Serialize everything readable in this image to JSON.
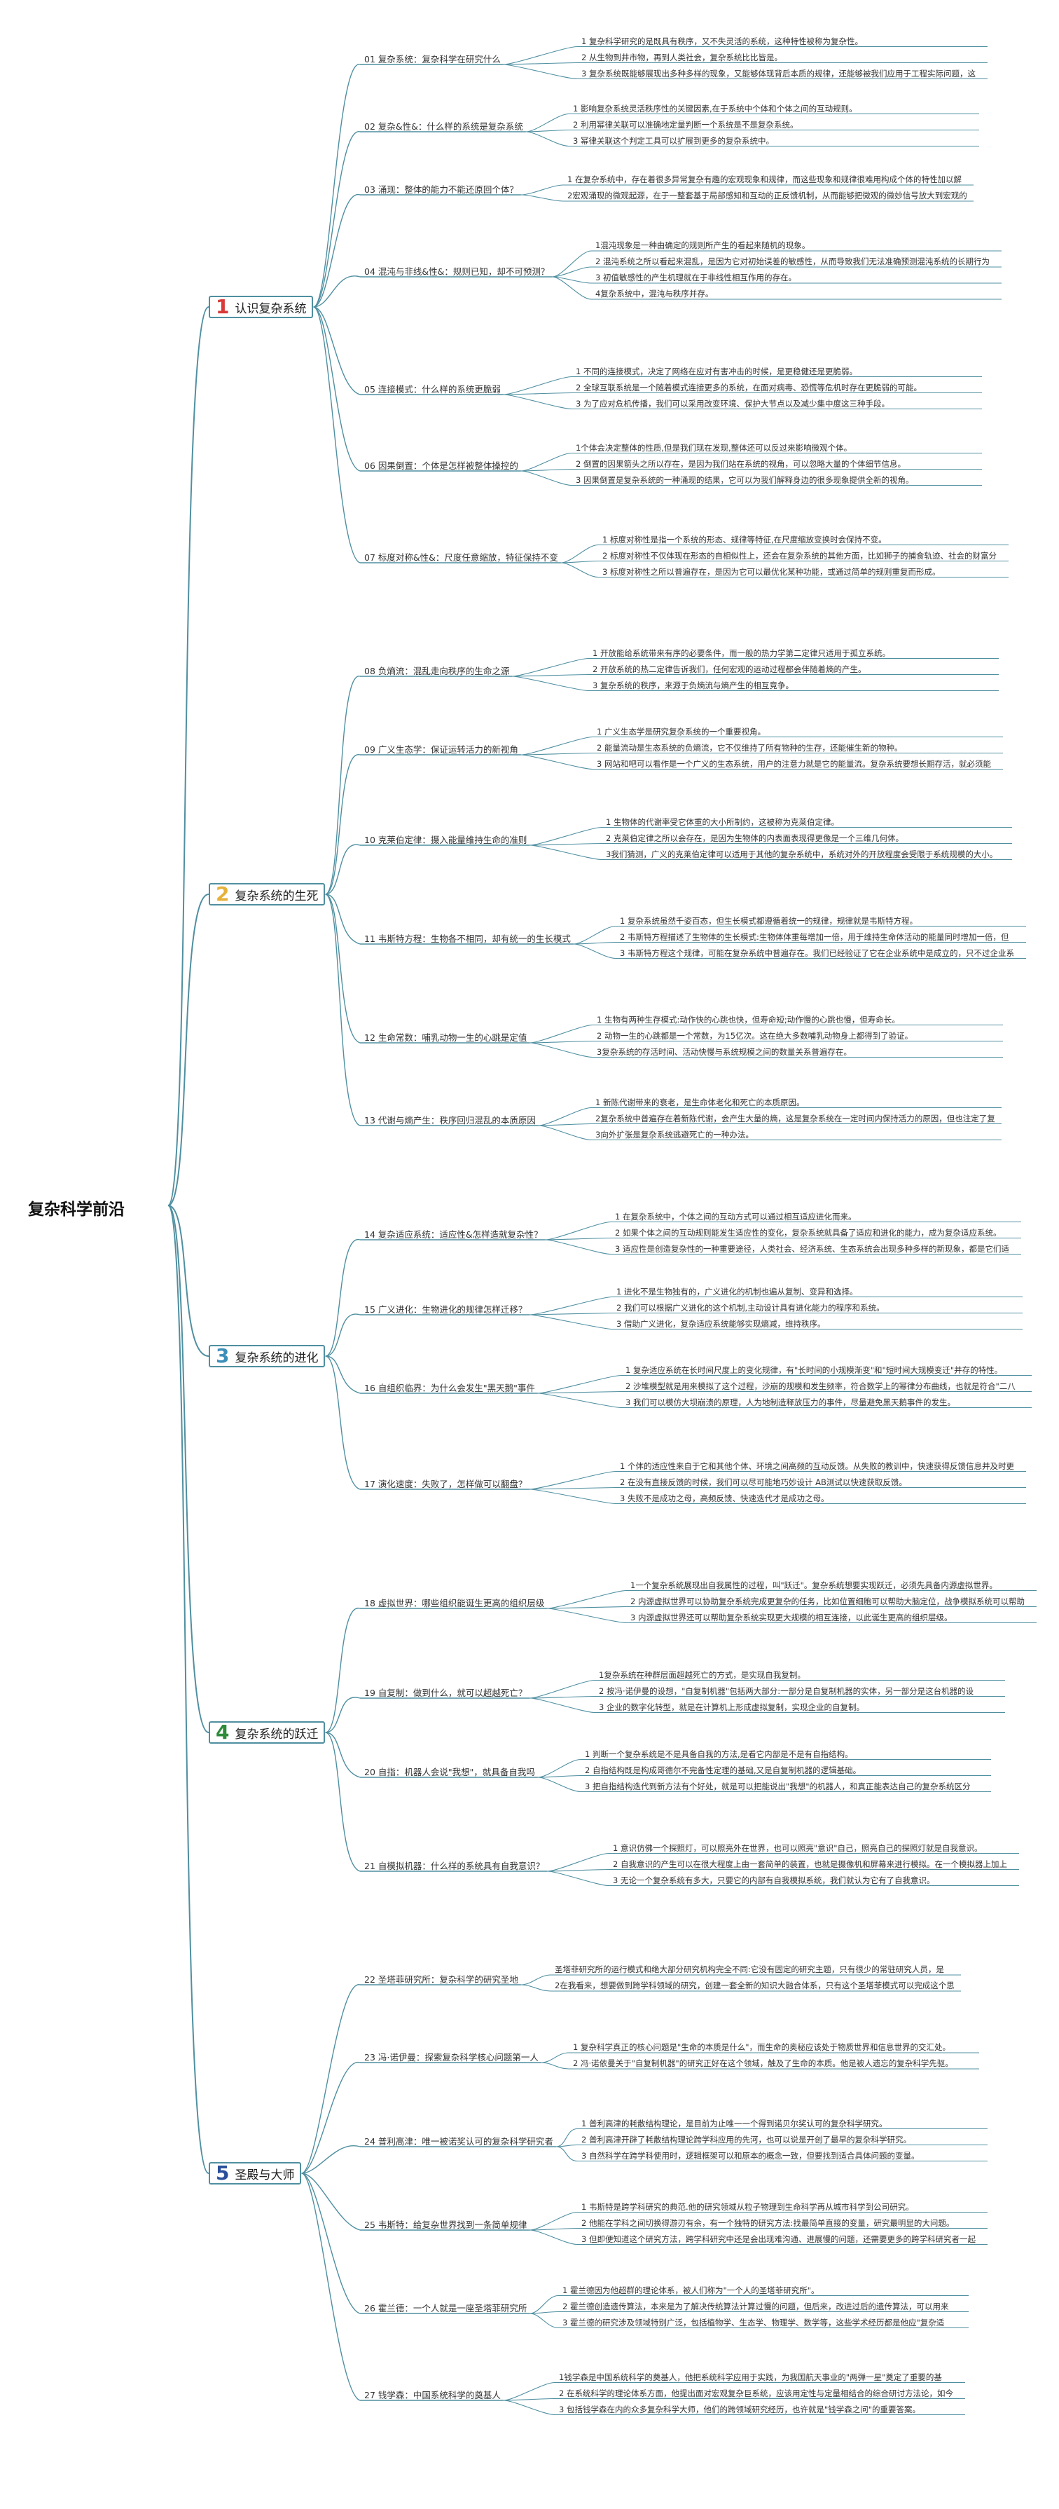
{
  "root": "复杂科学前沿",
  "sections": [
    {
      "num": "1",
      "color": "#d83a3a",
      "title": "认识复杂系统",
      "topics": [
        {
          "label": "01 复杂系统：复杂科学在研究什么",
          "leaves": [
            "1 复杂科学研究的是既具有秩序，又不失灵活的系统，这种特性被称为复杂性。",
            "2 从生物到井市物，再到人类社会，复杂系统比比皆是。",
            "3 复杂系统既能够展现出多种多样的现象，又能够体现背后本质的规律，还能够被我们应用于工程实际问题，这"
          ]
        },
        {
          "label": "02 复杂&性&：什么样的系统是复杂系统",
          "leaves": [
            "1 影响复杂系统灵活秩序性的关键因素,在于系统中个体和个体之间的互动规则。",
            "2 利用幂律关联可以准确地定量判断一个系统是不是复杂系统。",
            "3 幂律关联这个判定工具可以扩展到更多的复杂系统中。"
          ]
        },
        {
          "label": "03 涌现：整体的能力不能还原回个体？",
          "leaves": [
            "1 在复杂系统中，存在着很多异常复杂有趣的宏观现象和规律，而这些现象和规律很难用构成个体的特性加以解",
            "2宏观涌现的微观起源，在于一整套基于局部感知和互动的正反馈机制，从而能够把微观的微妙信号放大到宏观的"
          ]
        },
        {
          "label": "04 混沌与非线&性&：规则已知，却不可预测？",
          "leaves": [
            "1混沌现象是一种由确定的规则所产生的看起来随机的现象。",
            "2 混沌系统之所以看起来混乱，是因为它对初始误差的敏感性，从而导致我们无法准确预测混沌系统的长期行为",
            "3 初值敏感性的产生机理就在于非线性相互作用的存在。",
            "4复杂系统中，混沌与秩序并存。"
          ]
        },
        {
          "label": "05 连接模式：什么样的系统更脆弱",
          "leaves": [
            "1 不同的连接模式，决定了网络在应对有害冲击的时候，是更稳健还是更脆弱。",
            "2 全球互联系统是一个随着模式连接更多的系统，在面对病毒、恐慌等危机时存在更脆弱的可能。",
            "3 为了应对危机传播，我们可以采用改变环境、保护大节点以及减少集中度这三种手段。"
          ]
        },
        {
          "label": "06 因果倒置：个体是怎样被整体操控的",
          "leaves": [
            "1个体会决定整体的性质,但是我们现在发现,整体还可以反过来影响微观个体。",
            "2 倒置的因果箭头之所以存在，是因为我们站在系统的视角，可以忽略大量的个体细节信息。",
            "3 因果倒置是复杂系统的一种涌现的结果，它可以为我们解释身边的很多现象提供全新的视角。"
          ]
        },
        {
          "label": "07 标度对称&性&：尺度任意缩放，特征保持不变",
          "leaves": [
            "1 标度对称性是指一个系统的形态、规律等特征,在尺度缩放变换时会保持不变。",
            "2 标度对称性不仅体现在形态的自相似性上，还会在复杂系统的其他方面，比如狮子的捕食轨迹、社会的财富分",
            "3 标度对称性之所以普遍存在，是因为它可以最优化某种功能，或通过简单的规则重复而形成。"
          ]
        }
      ]
    },
    {
      "num": "2",
      "color": "#e6b13a",
      "title": "复杂系统的生死",
      "topics": [
        {
          "label": "08 负熵流：混乱走向秩序的生命之源",
          "leaves": [
            "1 开放能给系统带来有序的必要条件，而一般的热力学第二定律只适用于孤立系统。",
            "2 开放系统的热二定律告诉我们，任何宏观的运动过程都会伴随着熵的产生。",
            "3 复杂系统的秩序，来源于负熵流与熵产生的相互竞争。"
          ]
        },
        {
          "label": "09 广义生态学：保证运转活力的新视角",
          "leaves": [
            "1 广义生态学是研究复杂系统的一个重要视角。",
            "2 能量流动是生态系统的负熵流，它不仅维持了所有物种的生存，还能催生新的物种。",
            "3 网站和吧可以看作是一个广义的生态系统，用户的注意力就是它的能量流。复杂系统要想长期存活，就必须能"
          ]
        },
        {
          "label": "10 克莱伯定律：摄入能量维持生命的准则",
          "leaves": [
            "1 生物体的代谢率受它体重的大小所制约，这被称为克莱伯定律。",
            "2 克莱伯定律之所以会存在，是因为生物体的内表面表现得更像是一个三维几何体。",
            "3我们猜测，广义的克莱伯定律可以适用于其他的复杂系统中，系统对外的开放程度会受限于系统规模的大小。"
          ]
        },
        {
          "label": "11 韦斯特方程：生物各不相同，却有统一的生长模式",
          "leaves": [
            "1 复杂系统虽然千姿百态，但生长模式都遵循着统一的规律，规律就是韦斯特方程。",
            "2 韦斯特方程描述了生物体的生长模式:生物体体重每增加一倍，用于维持生命体活动的能量同时增加一倍，但",
            "3 韦斯特方程这个规律，可能在复杂系统中普遍存在。我们已经验证了它在企业系统中是成立的，只不过企业系"
          ]
        },
        {
          "label": "12 生命常数：哺乳动物一生的心跳是定值",
          "leaves": [
            "1 生物有两种生存模式:动作快的心跳也快，但寿命短;动作慢的心跳也慢，但寿命长。",
            "2 动物一生的心跳都是一个常数，为15亿次。这在绝大多数哺乳动物身上都得到了验证。",
            "3复杂系统的存活时间、活动快慢与系统规模之间的数量关系普遍存在。"
          ]
        },
        {
          "label": "13 代谢与熵产生：秩序回归混乱的本质原因",
          "leaves": [
            "1 新陈代谢带来的衰老，是生命体老化和死亡的本质原因。",
            "2复杂系统中普遍存在着新陈代谢，会产生大量的熵，这是复杂系统在一定时间内保持活力的原因，但也注定了复",
            "3向外扩张是复杂系统逃避死亡的一种办法。"
          ]
        }
      ]
    },
    {
      "num": "3",
      "color": "#3c8fb8",
      "title": "复杂系统的进化",
      "topics": [
        {
          "label": "14 复杂适应系统：适应性&怎样造就复杂性？",
          "leaves": [
            "1 在复杂系统中，个体之间的互动方式可以通过相互适应进化而来。",
            "2 如果个体之间的互动规则能发生适应性的变化，复杂系统就具备了适应和进化的能力，成为复杂适应系统。",
            "3 适应性是创造复杂性的一种重要途径，人类社会、经济系统、生态系统会出现多种多样的新现象，都是它们适"
          ]
        },
        {
          "label": "15 广义进化：生物进化的规律怎样迁移？",
          "leaves": [
            "1 进化不是生物独有的，广义进化的机制也遍从复制、变异和选择。",
            "2 我们可以根据广义进化的这个机制,主动设计具有进化能力的程序和系统。",
            "3 借助广义进化，复杂适应系统能够实现熵减，维持秩序。"
          ]
        },
        {
          "label": "16 自组织临界：为什么会发生\"黑天鹅\"事件",
          "leaves": [
            "1 复杂适应系统在长时间尺度上的变化规律，有\"长时间的小规模渐变\"和\"短时间大规模变迁\"并存的特性。",
            "2 沙堆模型就是用来模拟了这个过程，沙崩的规模和发生频率，符合数学上的幂律分布曲线，也就是符合\"二八",
            "3 我们可以模仿大坝崩溃的原理，人为地制造释放压力的事件，尽量避免黑天鹅事件的发生。"
          ]
        },
        {
          "label": "17 演化速度：失败了，怎样做可以翻盘？",
          "leaves": [
            "1 个体的适应性来自于它和其他个体、环境之间高频的互动反馈。从失败的教训中，快速获得反馈信息并及时更",
            "2 在没有直接反馈的时候，我们可以尽可能地巧妙设计 AB测试以快速获取反馈。",
            "3 失败不是成功之母，高频反馈、快速迭代才是成功之母。"
          ]
        }
      ]
    },
    {
      "num": "4",
      "color": "#2e8b3a",
      "title": "复杂系统的跃迁",
      "topics": [
        {
          "label": "18 虚拟世界：哪些组织能诞生更高的组织层级",
          "leaves": [
            "1一个复杂系统展现出自我属性的过程，叫\"跃迁\"。复杂系统想要实现跃迁，必须先具备内源虚拟世界。",
            "2 内源虚拟世界可以协助复杂系统完成更复杂的任务，比如位置细胞可以帮助大脑定位，战争模拟系统可以帮助",
            "3 内源虚拟世界还可以帮助复杂系统实现更大规模的相互连接，以此诞生更高的组织层级。"
          ]
        },
        {
          "label": "19 自复制：做到什么，就可以超越死亡？",
          "leaves": [
            "1复杂系统在种群层面超越死亡的方式，是实现自我复制。",
            "2 按冯·诺伊曼的设想，\"自复制机器\"包括两大部分:一部分是自复制机器的实体，另一部分是这台机器的设",
            "3 企业的数字化转型，就是在计算机上形成虚拟复制，实现企业的自复制。"
          ]
        },
        {
          "label": "20 自指：机器人会说\"我想\"，就具备自我吗",
          "leaves": [
            "1 判断一个复杂系统是不是具备自我的方法,是看它内部是不是有自指结构。",
            "2 自指结构既是构成哥德尔不完备性定理的基础,又是自复制机器的逻辑基础。",
            "3 把自指结构迭代到新方法有个好处，就是可以把能说出\"我想\"的机器人，和真正能表达自己的复杂系统区分"
          ]
        },
        {
          "label": "21 自模拟机器：什么样的系统具有自我意识？",
          "leaves": [
            "1 意识仿佛一个探照灯，可以照亮外在世界，也可以照亮\"意识\"自己，照亮自己的探照灯就是自我意识。",
            "2 自我意识的产生可以在很大程度上由一套简单的装置，也就是摄像机和屏幕来进行模拟。在一个模拟器上加上",
            "3 无论一个复杂系统有多大，只要它的内部有自我模拟系统，我们就认为它有了自我意识。"
          ]
        }
      ]
    },
    {
      "num": "5",
      "color": "#2a4f9a",
      "title": "圣殿与大师",
      "topics": [
        {
          "label": "22 圣塔菲研究所：复杂科学的研究圣地",
          "leaves": [
            "圣塔菲研究所的运行模式和绝大部分研究机构完全不同:它没有固定的研究主题，只有很少的常驻研究人员，是",
            "2在我看来，想要做到跨学科领域的研究，创建一套全新的知识大融合体系，只有这个圣塔菲模式可以完成这个思"
          ]
        },
        {
          "label": "23 冯·诺伊曼：探索复杂科学核心问题第一人",
          "leaves": [
            "1 复杂科学真正的核心问题是\"生命的本质是什么\"，而生命的奥秘应该处于物质世界和信息世界的交汇处。",
            "2 冯·诺依曼关于\"自复制机器\"的研究正好在这个领域，触及了生命的本质。他是被人遗忘的复杂科学先驱。"
          ]
        },
        {
          "label": "24 普利高津：唯一被诺奖认可的复杂科学研究者",
          "leaves": [
            "1 普利高津的耗散结构理论，是目前为止唯一一个得到诺贝尔奖认可的复杂科学研究。",
            "2 普利高津开辟了耗散结构理论跨学科应用的先河，也可以说是开创了最早的复杂科学研究。",
            "3 自然科学在跨学科使用时，逻辑框架可以和原本的概念一致，但要找到适合具体问题的变量。"
          ]
        },
        {
          "label": "25 韦斯特：给复杂世界找到一条简单规律",
          "leaves": [
            "1 韦斯特是跨学科研究的典范.他的研究领域从粒子物理到生命科学再从城市科学到公司研究。",
            "2 他能在学科之间切换得游刃有余，有一个独特的研究方法:找最简单直接的变量，研究最明显的大问题。",
            "3 但即便知道这个研究方法，跨学科研究中还是会出现难沟通、进展慢的问题，还需要更多的跨学科研究者一起"
          ]
        },
        {
          "label": "26 霍兰德：一个人就是一座圣塔菲研究所",
          "leaves": [
            "1 霍兰德因为他超群的理论体系，被人们称为\"一个人的圣塔菲研究所\"。",
            "2 霍兰德创造遗传算法，本来是为了解决传统算法计算过慢的问题，但后来，改进过后的遗传算法，可以用来",
            "3 霍兰德的研究涉及领域特别广泛，包括植物学、生态学、物理学、数学等，这些学术经历都是他应\"复杂适"
          ]
        },
        {
          "label": "27 钱学森：中国系统科学的奠基人",
          "leaves": [
            "1钱学森是中国系统科学的奠基人，他把系统科学应用于实践，为我国航天事业的\"两弹一星\"奠定了重要的基",
            "2 在系统科学的理论体系方面，他提出面对宏观复杂巨系统，应该用定性与定量相结合的综合研讨方法论，如今",
            "3 包括钱学森在内的众多复杂科学大师，他们的跨领域研究经历，也许就是\"钱学森之问\"的重要答案。"
          ]
        }
      ]
    }
  ],
  "colors": {
    "line": "#4f8fa0",
    "section_border": "#4f8fa0"
  }
}
